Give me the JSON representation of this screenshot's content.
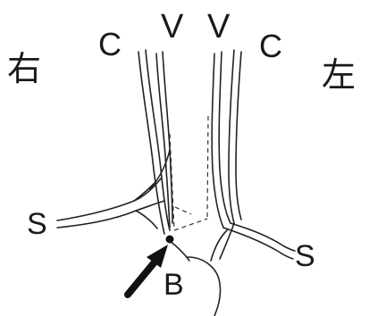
{
  "diagram": {
    "labels": {
      "side_right": "右",
      "side_left": "左",
      "c_right": "C",
      "c_left": "C",
      "v_right": "V",
      "v_left": "V",
      "s_right": "S",
      "s_left": "S",
      "b_marker": "B"
    },
    "colors": {
      "ink": "#1a1a1a",
      "background": "#ffffff"
    }
  }
}
